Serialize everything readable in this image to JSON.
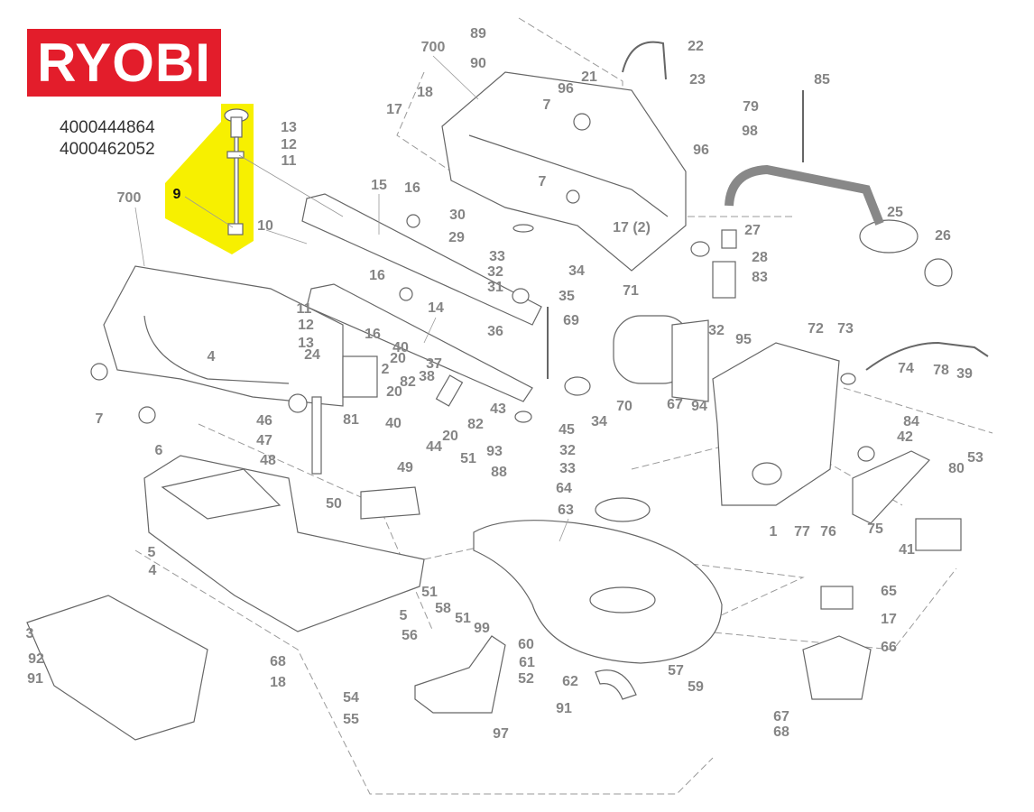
{
  "brand": {
    "logo_text": "RYOBI",
    "logo_color": "#e31d2b"
  },
  "part_numbers": [
    "4000444864",
    "4000462052"
  ],
  "highlighted_part": "9",
  "highlight_color": "#f7f000",
  "labels": [
    "89",
    "90",
    "96",
    "21",
    "700",
    "22",
    "23",
    "85",
    "18",
    "17",
    "7",
    "79",
    "98",
    "96",
    "13",
    "12",
    "11",
    "15",
    "16",
    "700",
    "10",
    "30",
    "29",
    "7",
    "17 (2)",
    "27",
    "25",
    "26",
    "28",
    "83",
    "33",
    "32",
    "34",
    "31",
    "16",
    "35",
    "71",
    "11",
    "14",
    "69",
    "12",
    "16",
    "36",
    "32",
    "95",
    "72",
    "73",
    "13",
    "40",
    "20",
    "24",
    "2",
    "4",
    "37",
    "38",
    "82",
    "20",
    "74",
    "78",
    "39",
    "81",
    "67",
    "94",
    "70",
    "43",
    "40",
    "82",
    "46",
    "7",
    "34",
    "45",
    "47",
    "20",
    "84",
    "44",
    "42",
    "32",
    "93",
    "51",
    "80",
    "53",
    "48",
    "49",
    "33",
    "88",
    "6",
    "50",
    "64",
    "63",
    "1",
    "77",
    "76",
    "75",
    "41",
    "5",
    "4",
    "65",
    "51",
    "58",
    "51",
    "99",
    "5",
    "56",
    "17",
    "3",
    "60",
    "68",
    "66",
    "92",
    "61",
    "57",
    "91",
    "18",
    "62",
    "52",
    "59",
    "54",
    "91",
    "55",
    "97",
    "67",
    "68"
  ]
}
